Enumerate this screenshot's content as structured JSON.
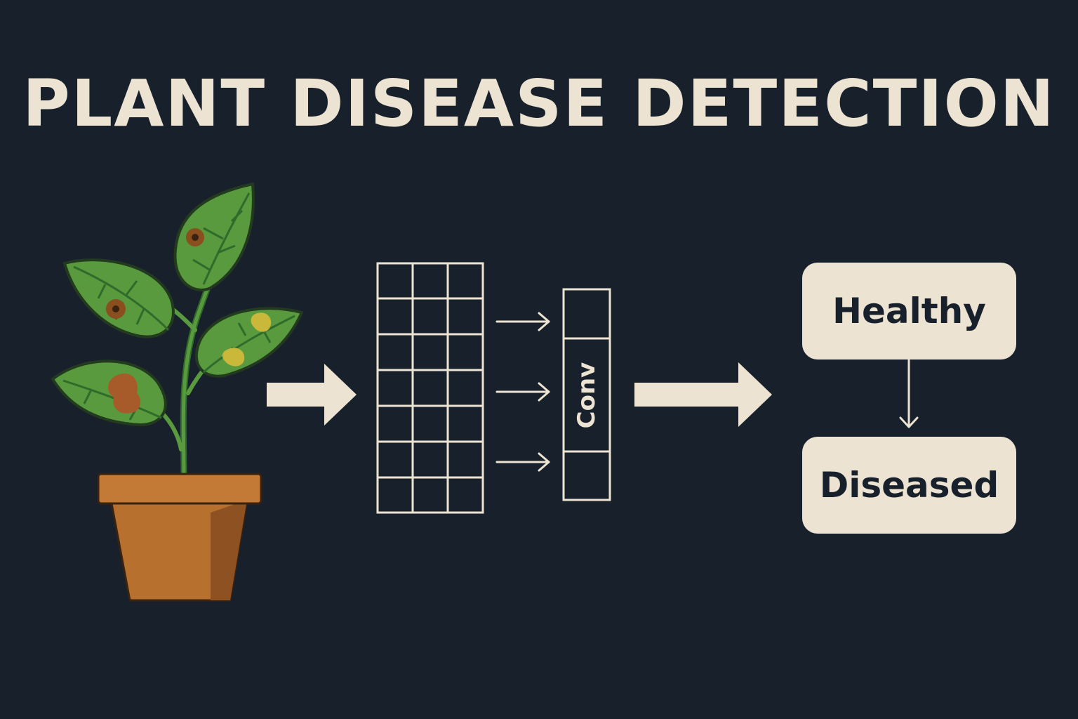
{
  "title": "PLANT DISEASE DETECTION",
  "conv_layer": {
    "label": "Conv"
  },
  "outputs": {
    "healthy": "Healthy",
    "diseased": "Diseased"
  },
  "colors": {
    "background": "#18202b",
    "cream": "#ece3d2",
    "leaf_green": "#5a9a3e",
    "leaf_vein": "#2f6b2a",
    "pot": "#b8702f",
    "pot_shadow": "#8e5222",
    "spot_brown": "#8a4e1f",
    "spot_yellow": "#c9b83a"
  },
  "icons": [
    "plant-icon",
    "pot-icon",
    "arrow-right-icon",
    "arrow-down-icon"
  ]
}
